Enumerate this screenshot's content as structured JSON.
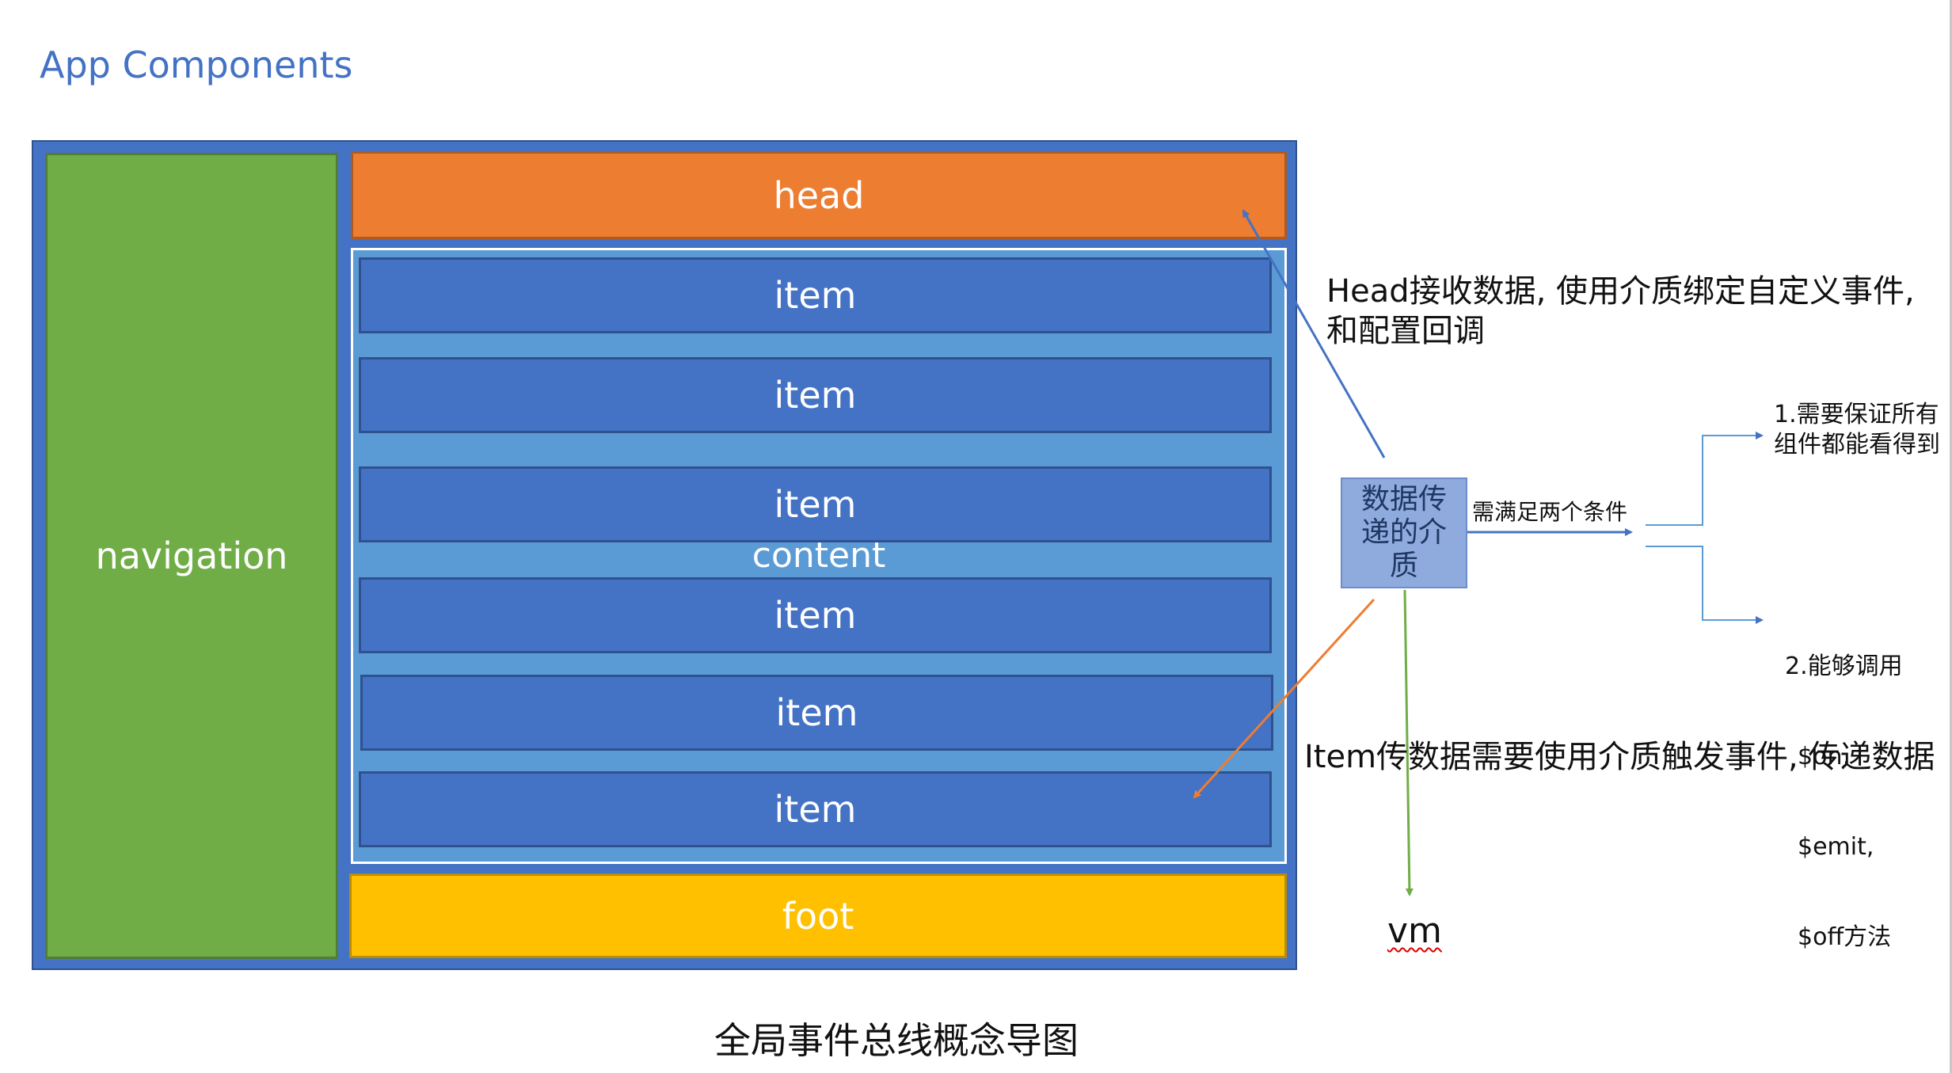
{
  "title": "App Components",
  "blocks": {
    "navigation": "navigation",
    "head": "head",
    "content": "content",
    "items": [
      "item",
      "item",
      "item",
      "item",
      "item",
      "item"
    ],
    "foot": "foot"
  },
  "medium": {
    "lines": [
      "数据传",
      "递的介",
      "质"
    ]
  },
  "notes": {
    "head_note_line1": "Head接收数据, 使用介质绑定自定义事件,",
    "head_note_line2": "和配置回调",
    "condition_label": "需满足两个条件",
    "condition1_line1": "1.需要保证所有",
    "condition1_line2": "组件都能看得到",
    "condition2_line1": "2.能够调用",
    "condition2_line2": "$on,",
    "condition2_line3": "$emit,",
    "condition2_line4": "$off方法",
    "item_note": "Item传数据需要使用介质触发事件, 传递数据",
    "vm": "vm"
  },
  "caption": "全局事件总线概念导图",
  "colors": {
    "frame": "#4472c4",
    "navigation": "#70ad47",
    "head": "#ed7d31",
    "content": "#5b9bd5",
    "item": "#4472c4",
    "foot": "#ffc000",
    "medium": "#8faadc",
    "arrow_blue": "#4472c4",
    "arrow_orange": "#ed7d31",
    "arrow_green": "#70ad47"
  }
}
